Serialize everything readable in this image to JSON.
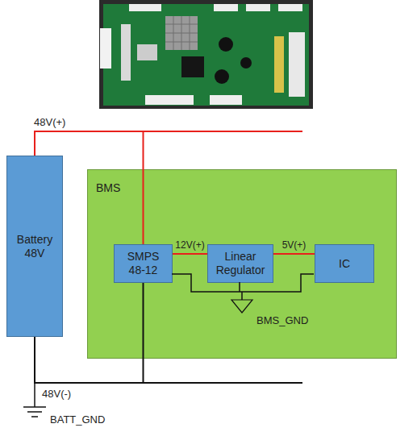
{
  "diagram": {
    "nodes": [
      {
        "text": [
          "Battery 48V"
        ]
      },
      {
        "text": [
          "BMS"
        ]
      },
      {
        "text": [
          "SMPS 48-12"
        ],
        "in": 1
      },
      {
        "text": [
          "Linear Regulator"
        ],
        "in": 1
      },
      {
        "text": [
          "IC"
        ],
        "in": 1
      }
    ],
    "edges": [
      {
        "from": 0,
        "to": 2,
        "arrow": "none"
      },
      {
        "from": 0,
        "to": 2,
        "arrow": "none"
      },
      {
        "from": 2,
        "to": 3,
        "label": "12V(+)",
        "arrow": "none"
      },
      {
        "from": 3,
        "to": 4,
        "label": "5V(+)",
        "arrow": "none"
      }
    ],
    "labels": [
      "48V(+)",
      "48V(-)",
      "BMS_GND",
      "BATT_GND"
    ]
  }
}
